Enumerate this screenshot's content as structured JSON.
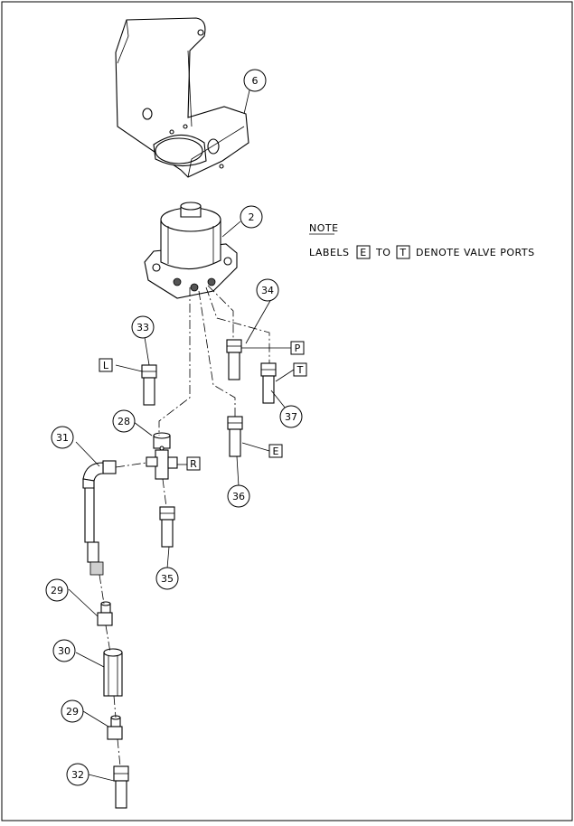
{
  "note": {
    "heading": "NOTE",
    "line_prefix": "LABELS",
    "first_port": "E",
    "connector": "TO",
    "last_port": "T",
    "line_suffix": "DENOTE VALVE PORTS"
  },
  "callouts": {
    "c6": "6",
    "c2": "2",
    "c34": "34",
    "c33": "33",
    "c37": "37",
    "c28": "28",
    "c31": "31",
    "c36": "36",
    "c35": "35",
    "c29a": "29",
    "c30": "30",
    "c29b": "29",
    "c32": "32"
  },
  "port_labels": {
    "L": "L",
    "P": "P",
    "T": "T",
    "R": "R",
    "E": "E"
  }
}
